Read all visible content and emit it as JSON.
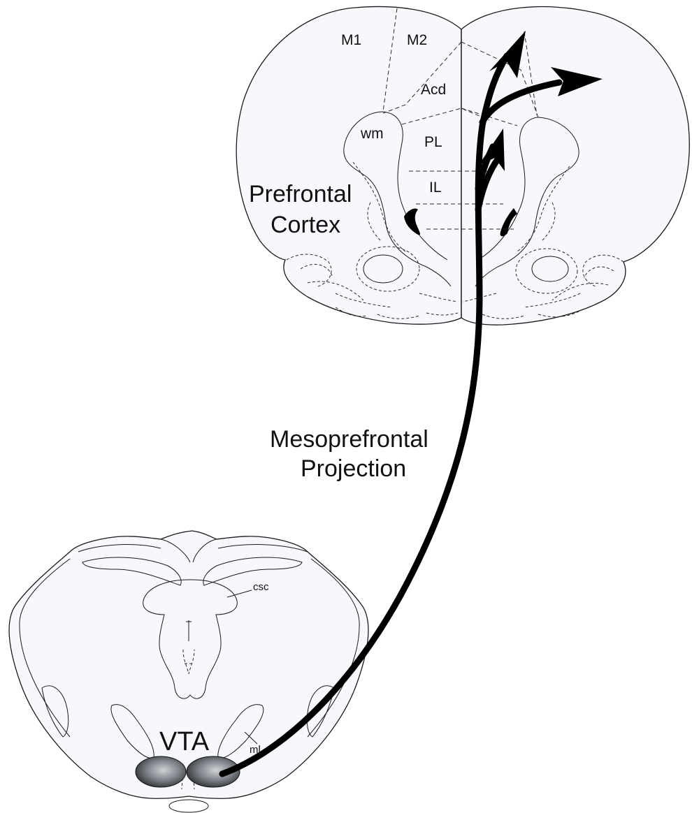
{
  "labels": {
    "pfc": [
      "Prefrontal",
      "Cortex"
    ],
    "projection": [
      "Mesoprefrontal",
      "Projection"
    ],
    "vta": "VTA",
    "regions": {
      "m1": "M1",
      "m2": "M2",
      "acd": "Acd",
      "wm": "wm",
      "pl": "PL",
      "il": "IL"
    },
    "csc": "csc",
    "ml": "ml"
  }
}
